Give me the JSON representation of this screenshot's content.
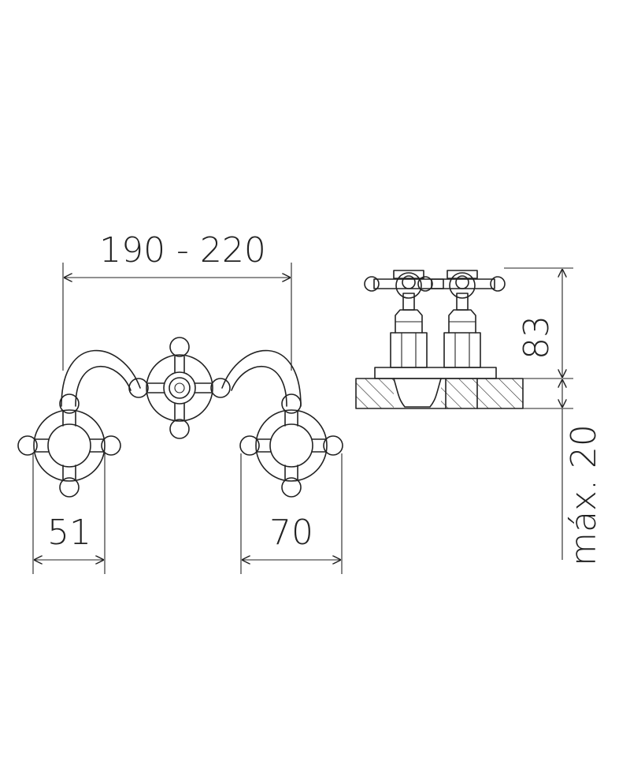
{
  "dimensions": {
    "width_range": "190 - 220",
    "left_offset": "51",
    "right_width": "70",
    "height": "83",
    "max_thickness": "máx. 20"
  },
  "colors": {
    "line": "#222222",
    "background": "#ffffff"
  }
}
